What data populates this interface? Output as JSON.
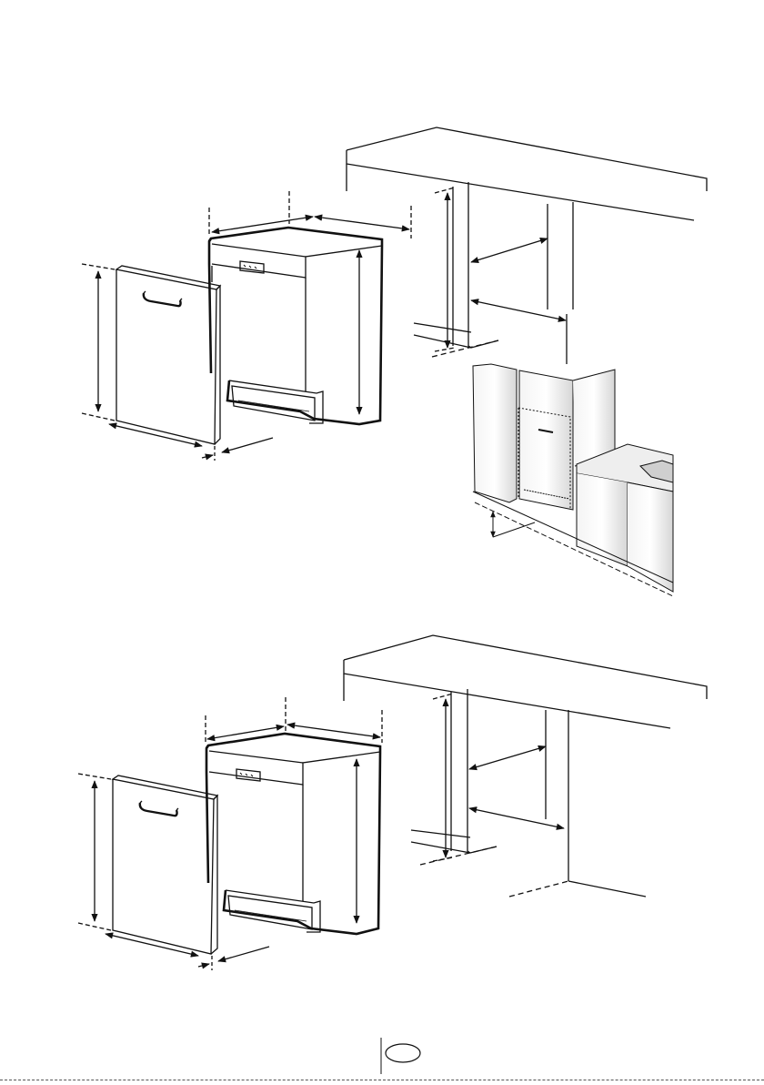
{
  "page": {
    "background": "#ffffff",
    "ink": "#111111",
    "shade": "#d9d9d9",
    "footer_badge_label": ""
  },
  "figures": [
    {
      "name": "figure-top-installation",
      "variant": "with-plinth-view"
    },
    {
      "name": "figure-bottom-installation",
      "variant": "without-plinth-view"
    }
  ]
}
